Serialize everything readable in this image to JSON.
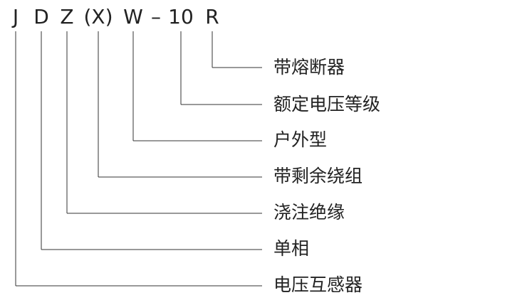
{
  "model_code": {
    "chars": [
      "J",
      "D",
      "Z",
      "(X)",
      "W",
      "–",
      "10",
      "R"
    ]
  },
  "meanings": [
    "带熔断器",
    "额定电压等级",
    "户外型",
    "带剩余绕组",
    "浇注绝缘",
    "单相",
    "电压互感器"
  ],
  "colors": {
    "text": "#222222",
    "line": "#333333",
    "background": "#ffffff"
  }
}
